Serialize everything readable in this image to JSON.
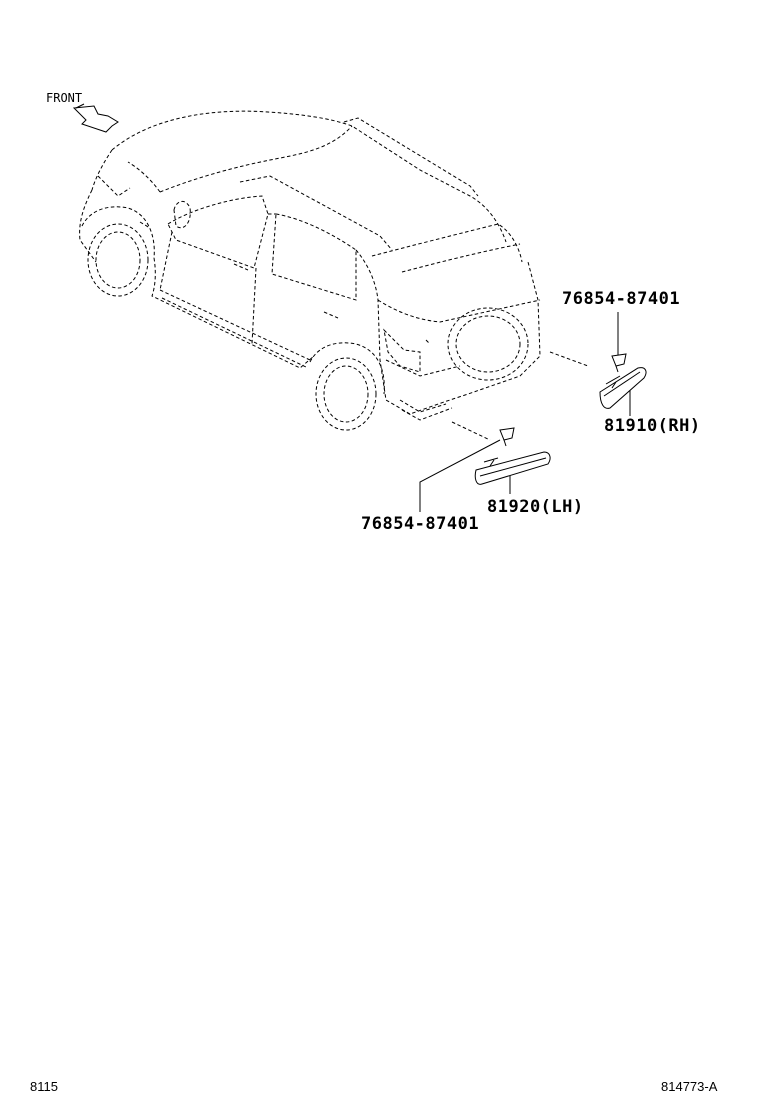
{
  "diagram": {
    "front_label": "FRONT",
    "parts": {
      "clip_rh": "76854-87401",
      "reflector_rh": "81910(RH)",
      "reflector_lh": "81920(LH)",
      "clip_lh": "76854-87401"
    },
    "footer": {
      "section_code": "8115",
      "illustration_id": "814773-A"
    }
  }
}
